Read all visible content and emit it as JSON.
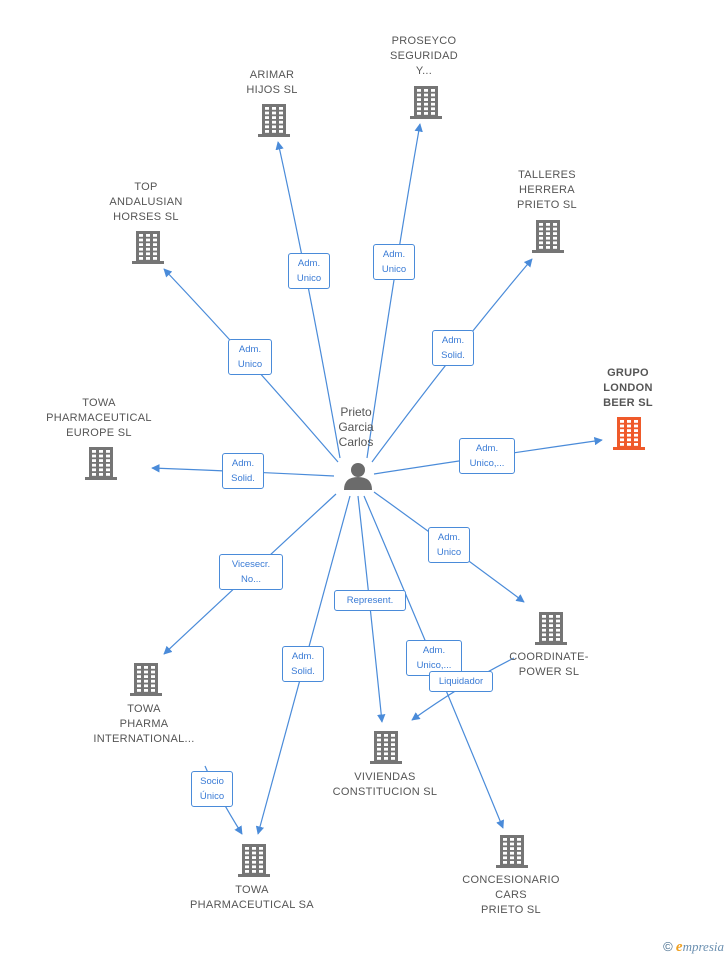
{
  "colors": {
    "edge": "#4a8bd9",
    "building": "#757575",
    "highlight": "#ef5a2a",
    "person": "#6b6b6b"
  },
  "person": {
    "name": "Prieto\nGarcia\nCarlos"
  },
  "companies": [
    {
      "id": "arimar",
      "name": "ARIMAR\nHIJOS  SL",
      "highlight": false
    },
    {
      "id": "proseyco",
      "name": "PROSEYCO\nSEGURIDAD\nY...",
      "highlight": false
    },
    {
      "id": "talleres",
      "name": "TALLERES\nHERRERA\nPRIETO  SL",
      "highlight": false
    },
    {
      "id": "top",
      "name": "TOP\nANDALUSIAN\nHORSES  SL",
      "highlight": false
    },
    {
      "id": "grupo",
      "name": "GRUPO\nLONDON\nBEER  SL",
      "highlight": true
    },
    {
      "id": "towa_eu",
      "name": "TOWA\nPHARMACEUTICAL\nEUROPE  SL",
      "highlight": false
    },
    {
      "id": "coordinate",
      "name": "COORDINATE-\nPOWER  SL",
      "highlight": false
    },
    {
      "id": "towa_int",
      "name": "TOWA\nPHARMA\nINTERNATIONAL...",
      "highlight": false
    },
    {
      "id": "viviendas",
      "name": "VIVIENDAS\nCONSTITUCION SL",
      "highlight": false
    },
    {
      "id": "towa_sa",
      "name": "TOWA\nPHARMACEUTICAL SA",
      "highlight": false
    },
    {
      "id": "concesionario",
      "name": "CONCESIONARIO\nCARS\nPRIETO  SL",
      "highlight": false
    }
  ],
  "edges": [
    {
      "to": "arimar",
      "label": "Adm.\nUnico"
    },
    {
      "to": "proseyco",
      "label": "Adm.\nUnico"
    },
    {
      "to": "talleres",
      "label": "Adm.\nSolid."
    },
    {
      "to": "top",
      "label": "Adm.\nUnico"
    },
    {
      "to": "grupo",
      "label": "Adm.\nUnico,..."
    },
    {
      "to": "towa_eu",
      "label": "Adm.\nSolid."
    },
    {
      "to": "coordinate",
      "label": "Adm.\nUnico"
    },
    {
      "to": "towa_int",
      "label": "Vicesecr.\nNo..."
    },
    {
      "to": "viviendas",
      "label": "Represent."
    },
    {
      "to": "towa_sa",
      "label": "Adm.\nSolid."
    },
    {
      "to": "concesionario",
      "label": "Adm.\nUnico,..."
    },
    {
      "from": "coordinate",
      "to": "viviendas",
      "label": "Liquidador"
    },
    {
      "from": "towa_int",
      "to": "towa_sa",
      "label": "Socio\nÚnico"
    }
  ],
  "footer": {
    "copyright": "©",
    "brand_initial": "e",
    "brand_rest": "mpresia"
  }
}
